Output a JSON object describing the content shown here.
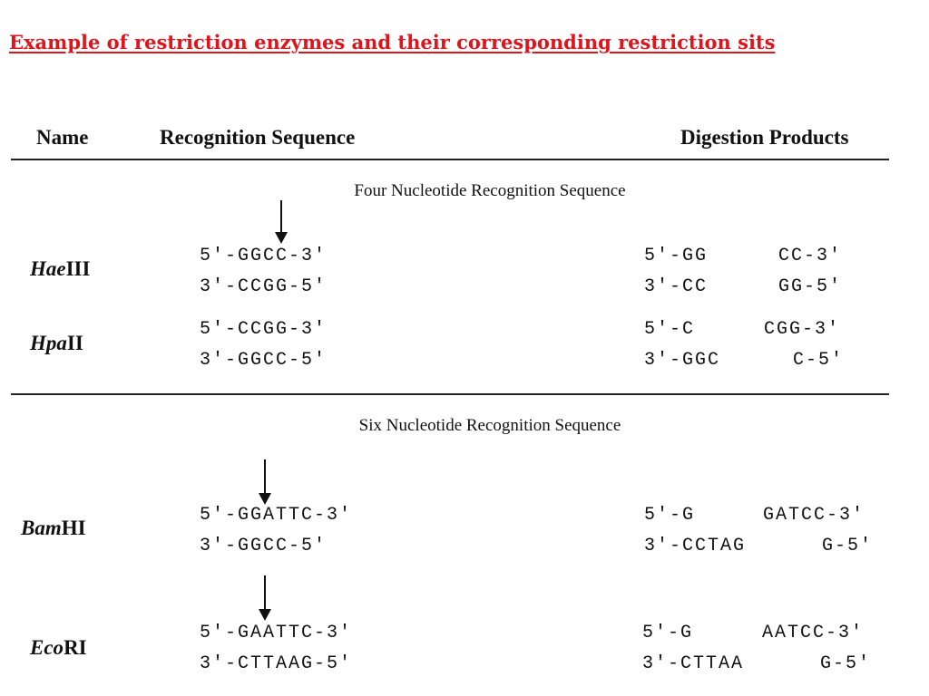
{
  "title": "Example of restriction enzymes and their corresponding restriction sits",
  "colors": {
    "title": "#e0141d",
    "text": "#111111",
    "rule": "#222222"
  },
  "headers": {
    "name": "Name",
    "recognition": "Recognition Sequence",
    "digestion": "Digestion Products"
  },
  "sections": [
    {
      "label": "Four Nucleotide Recognition Sequence",
      "enzymes": [
        {
          "name_italic": "Hae",
          "name_roman": "III",
          "recog_top": "5′-GGCC-3′",
          "recog_bottom": "3′-CCGG-5′",
          "prod_top_left": "5′-GG",
          "prod_top_right": "CC-3′",
          "prod_bottom_left": "3′-CC",
          "prod_bottom_right": "GG-5′"
        },
        {
          "name_italic": "Hpa",
          "name_roman": "II",
          "recog_top": "5′-CCGG-3′",
          "recog_bottom": "3′-GGCC-5′",
          "prod_top_left": "5′-C",
          "prod_top_right": "CGG-3′",
          "prod_bottom_left": "3′-GGC",
          "prod_bottom_right": "C-5′"
        }
      ]
    },
    {
      "label": "Six Nucleotide Recognition Sequence",
      "enzymes": [
        {
          "name_italic": "Bam",
          "name_roman": "HI",
          "recog_top": "5′-GGATTC-3′",
          "recog_bottom": "3′-GGCC-5′",
          "prod_top_left": "5′-G",
          "prod_top_right": "GATCC-3′",
          "prod_bottom_left": "3′-CCTAG",
          "prod_bottom_right": "G-5′"
        },
        {
          "name_italic": "Eco",
          "name_roman": "RI",
          "recog_top": "5′-GAATTC-3′",
          "recog_bottom": "3′-CTTAAG-5′",
          "prod_top_left": "5′-G",
          "prod_top_right": "AATCC-3′",
          "prod_bottom_left": "3′-CTTAA",
          "prod_bottom_right": "G-5′"
        }
      ]
    }
  ]
}
